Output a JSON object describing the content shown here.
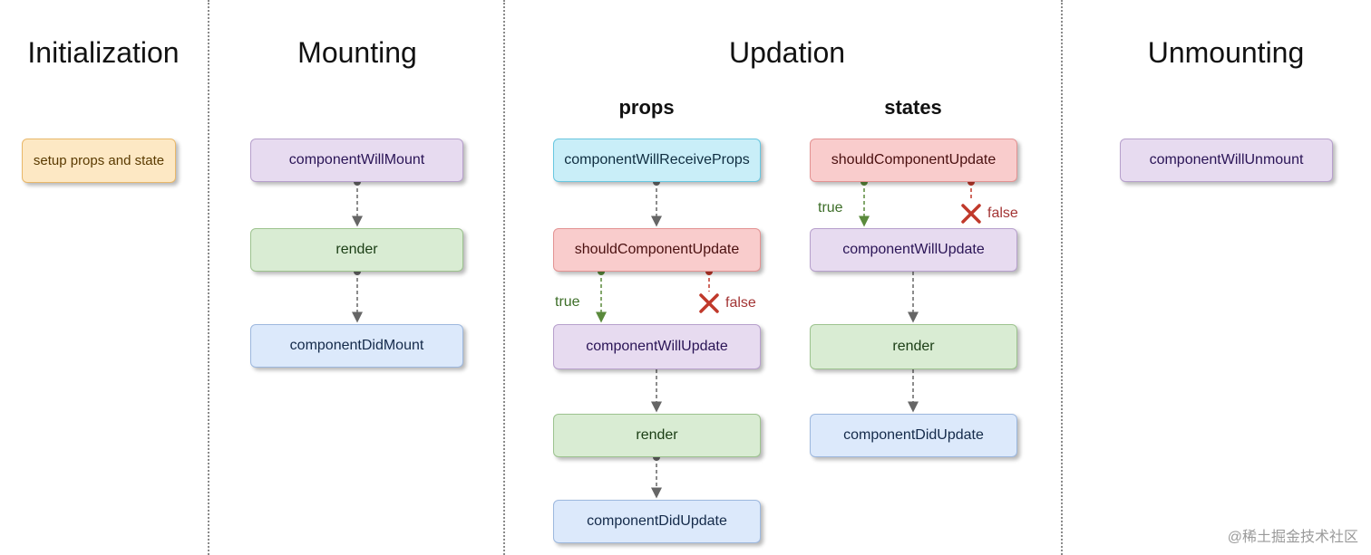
{
  "phases": {
    "initialization": "Initialization",
    "mounting": "Mounting",
    "updation": "Updation",
    "unmounting": "Unmounting"
  },
  "subsections": {
    "props": "props",
    "states": "states"
  },
  "initialization": {
    "setup": "setup props and state"
  },
  "mounting": {
    "will_mount": "componentWillMount",
    "render": "render",
    "did_mount": "componentDidMount"
  },
  "updation_props": {
    "will_receive_props": "componentWillReceiveProps",
    "should_update": "shouldComponentUpdate",
    "will_update": "componentWillUpdate",
    "render": "render",
    "did_update": "componentDidUpdate",
    "true_label": "true",
    "false_label": "false"
  },
  "updation_states": {
    "should_update": "shouldComponentUpdate",
    "will_update": "componentWillUpdate",
    "render": "render",
    "did_update": "componentDidUpdate",
    "true_label": "true",
    "false_label": "false"
  },
  "unmounting": {
    "will_unmount": "componentWillUnmount"
  },
  "colors": {
    "true_edge": "#5a8a3c",
    "false_edge": "#c0392b",
    "edge": "#666666"
  },
  "watermark": "@稀土掘金技术社区"
}
